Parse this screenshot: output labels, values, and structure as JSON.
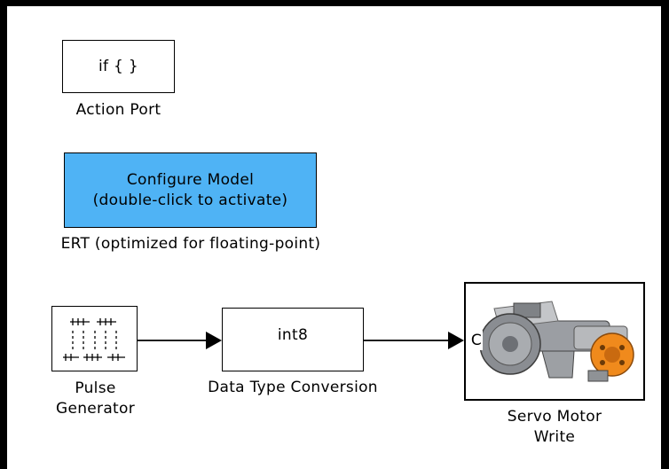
{
  "diagram": {
    "action_port": {
      "block_text": "if { }",
      "label": "Action Port"
    },
    "configure_model": {
      "line1": "Configure Model",
      "line2": "(double-click to activate)",
      "label": "ERT (optimized for floating-point)",
      "fill_color": "#4fb3f5"
    },
    "pulse_generator": {
      "label_line1": "Pulse",
      "label_line2": "Generator",
      "icon": "pulse-train-icon"
    },
    "data_type_conversion": {
      "block_text": "int8",
      "label": "Data Type Conversion"
    },
    "servo_motor_write": {
      "label_line1": "Servo Motor",
      "label_line2": "Write",
      "port_label": "C",
      "icon": "servo-motor-icon"
    }
  }
}
